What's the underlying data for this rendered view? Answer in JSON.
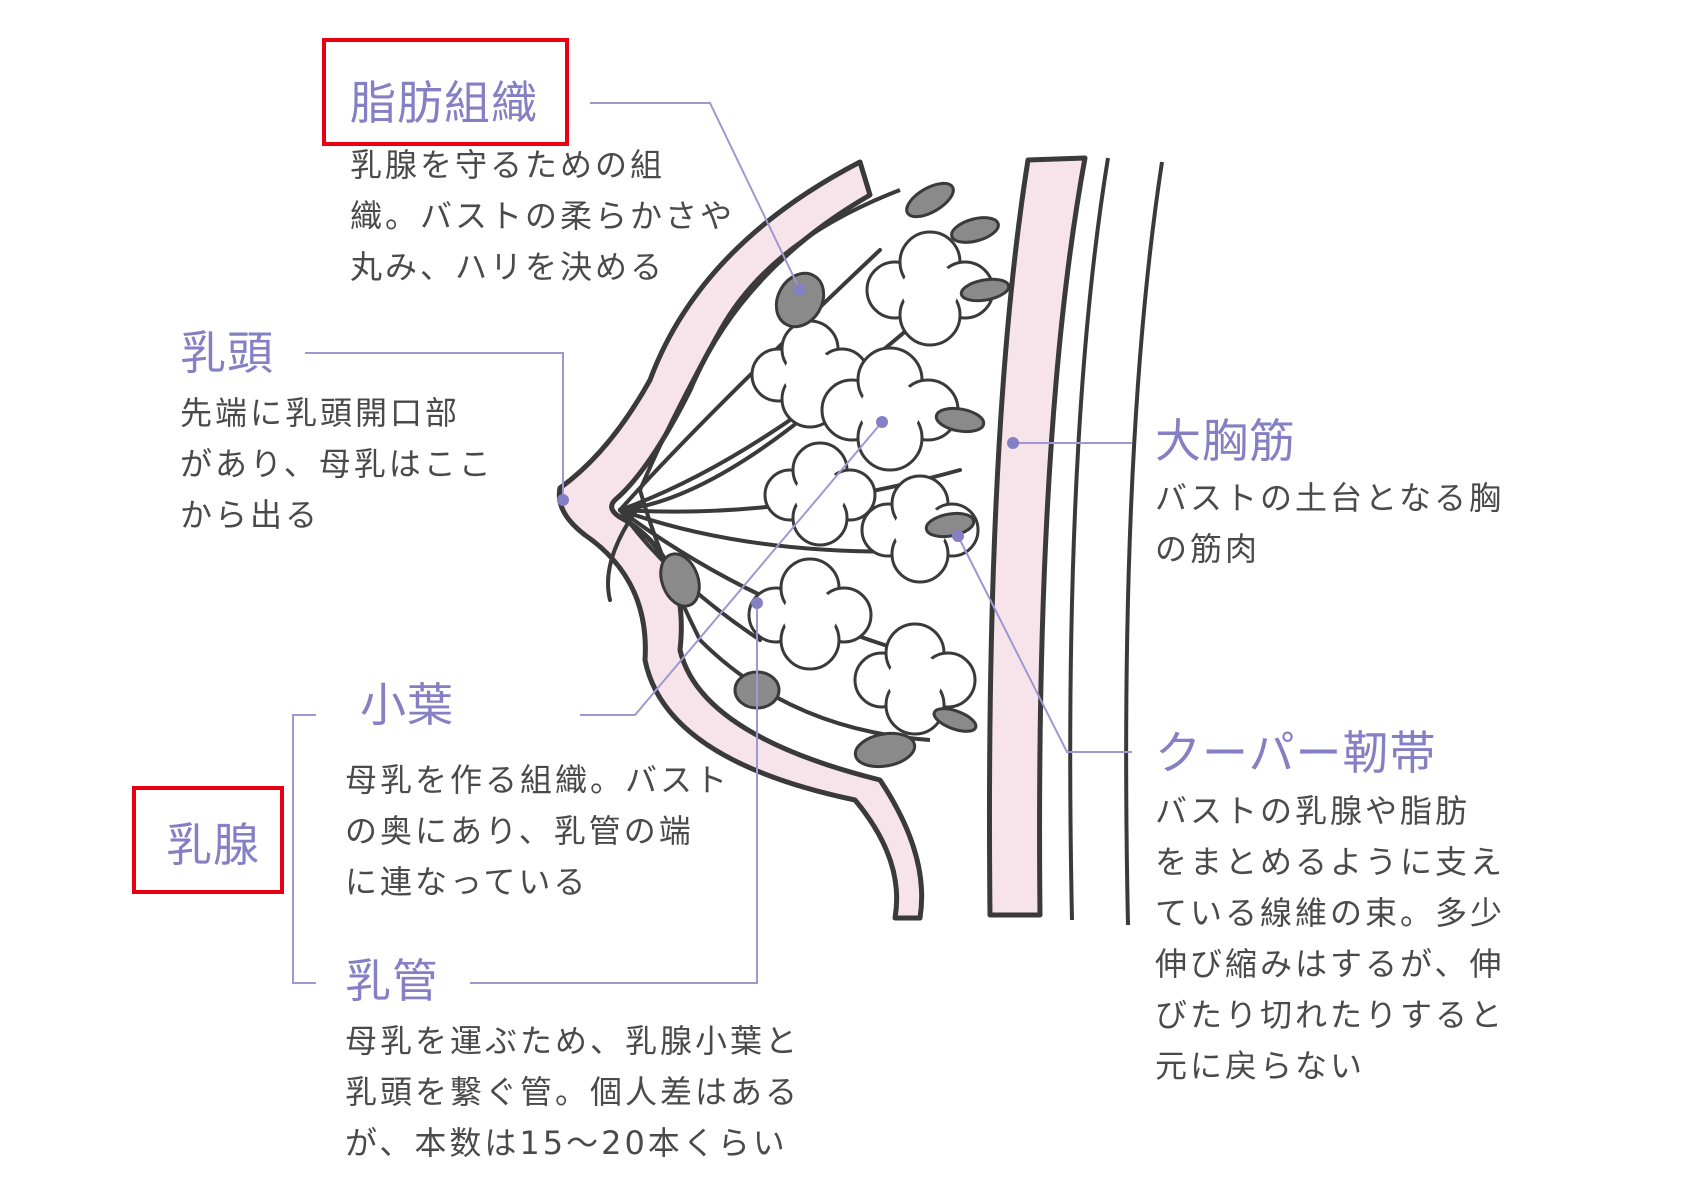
{
  "labels": {
    "shibou_soshiki": {
      "title": "脂肪組織",
      "lines": [
        "乳腺を守るための組",
        "織。バストの柔らかさや",
        "丸み、ハリを決める"
      ]
    },
    "nyuutou": {
      "title": "乳頭",
      "lines": [
        "先端に乳頭開口部",
        "があり、母乳はここ",
        "から出る"
      ]
    },
    "daikyoukin": {
      "title": "大胸筋",
      "lines": [
        "バストの土台となる胸",
        "の筋肉"
      ]
    },
    "shouyou": {
      "title": "小葉",
      "lines": [
        "母乳を作る組織。バスト",
        "の奥にあり、乳管の端",
        "に連なっている"
      ]
    },
    "nyuusen": {
      "title": "乳腺"
    },
    "cooper": {
      "title": "クーパー靭帯",
      "lines": [
        "バストの乳腺や脂肪",
        "をまとめるように支え",
        "ている線維の束。多少",
        "伸び縮みはするが、伸",
        "びたり切れたりすると",
        "元に戻らない"
      ]
    },
    "nyuukan": {
      "title": "乳管",
      "lines": [
        "母乳を運ぶため、乳腺小葉と",
        "乳頭を繋ぐ管。個人差はある",
        "が、本数は15〜20本くらい"
      ]
    }
  },
  "colors": {
    "label": "#8580c4",
    "leader_line": "#9d99d0",
    "body_text": "#4a4a4a",
    "skin_fill": "#f7e4ea",
    "outline": "#3a3a3a",
    "fat_lobule": "#8a8a8a",
    "highlight_box": "#e60012"
  }
}
